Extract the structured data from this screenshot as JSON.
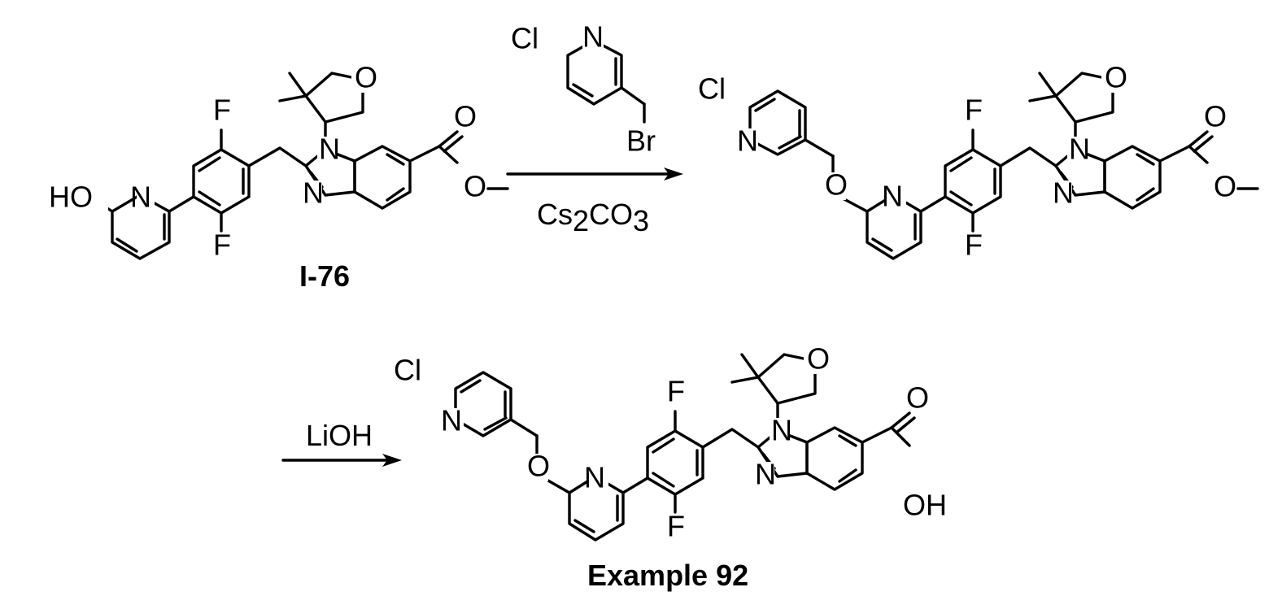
{
  "compounds": {
    "start": {
      "label": "I-76"
    },
    "final": {
      "label": "Example 92"
    }
  },
  "atoms": {
    "O": "O",
    "N": "N",
    "F": "F",
    "Cl": "Cl",
    "Br": "Br",
    "HO": "HO",
    "OH": "OH"
  },
  "step1": {
    "base_prefix": "Cs",
    "base_sub1": "2",
    "base_mid": "CO",
    "base_sub2": "3"
  },
  "step2": {
    "reagent": "LiOH"
  }
}
